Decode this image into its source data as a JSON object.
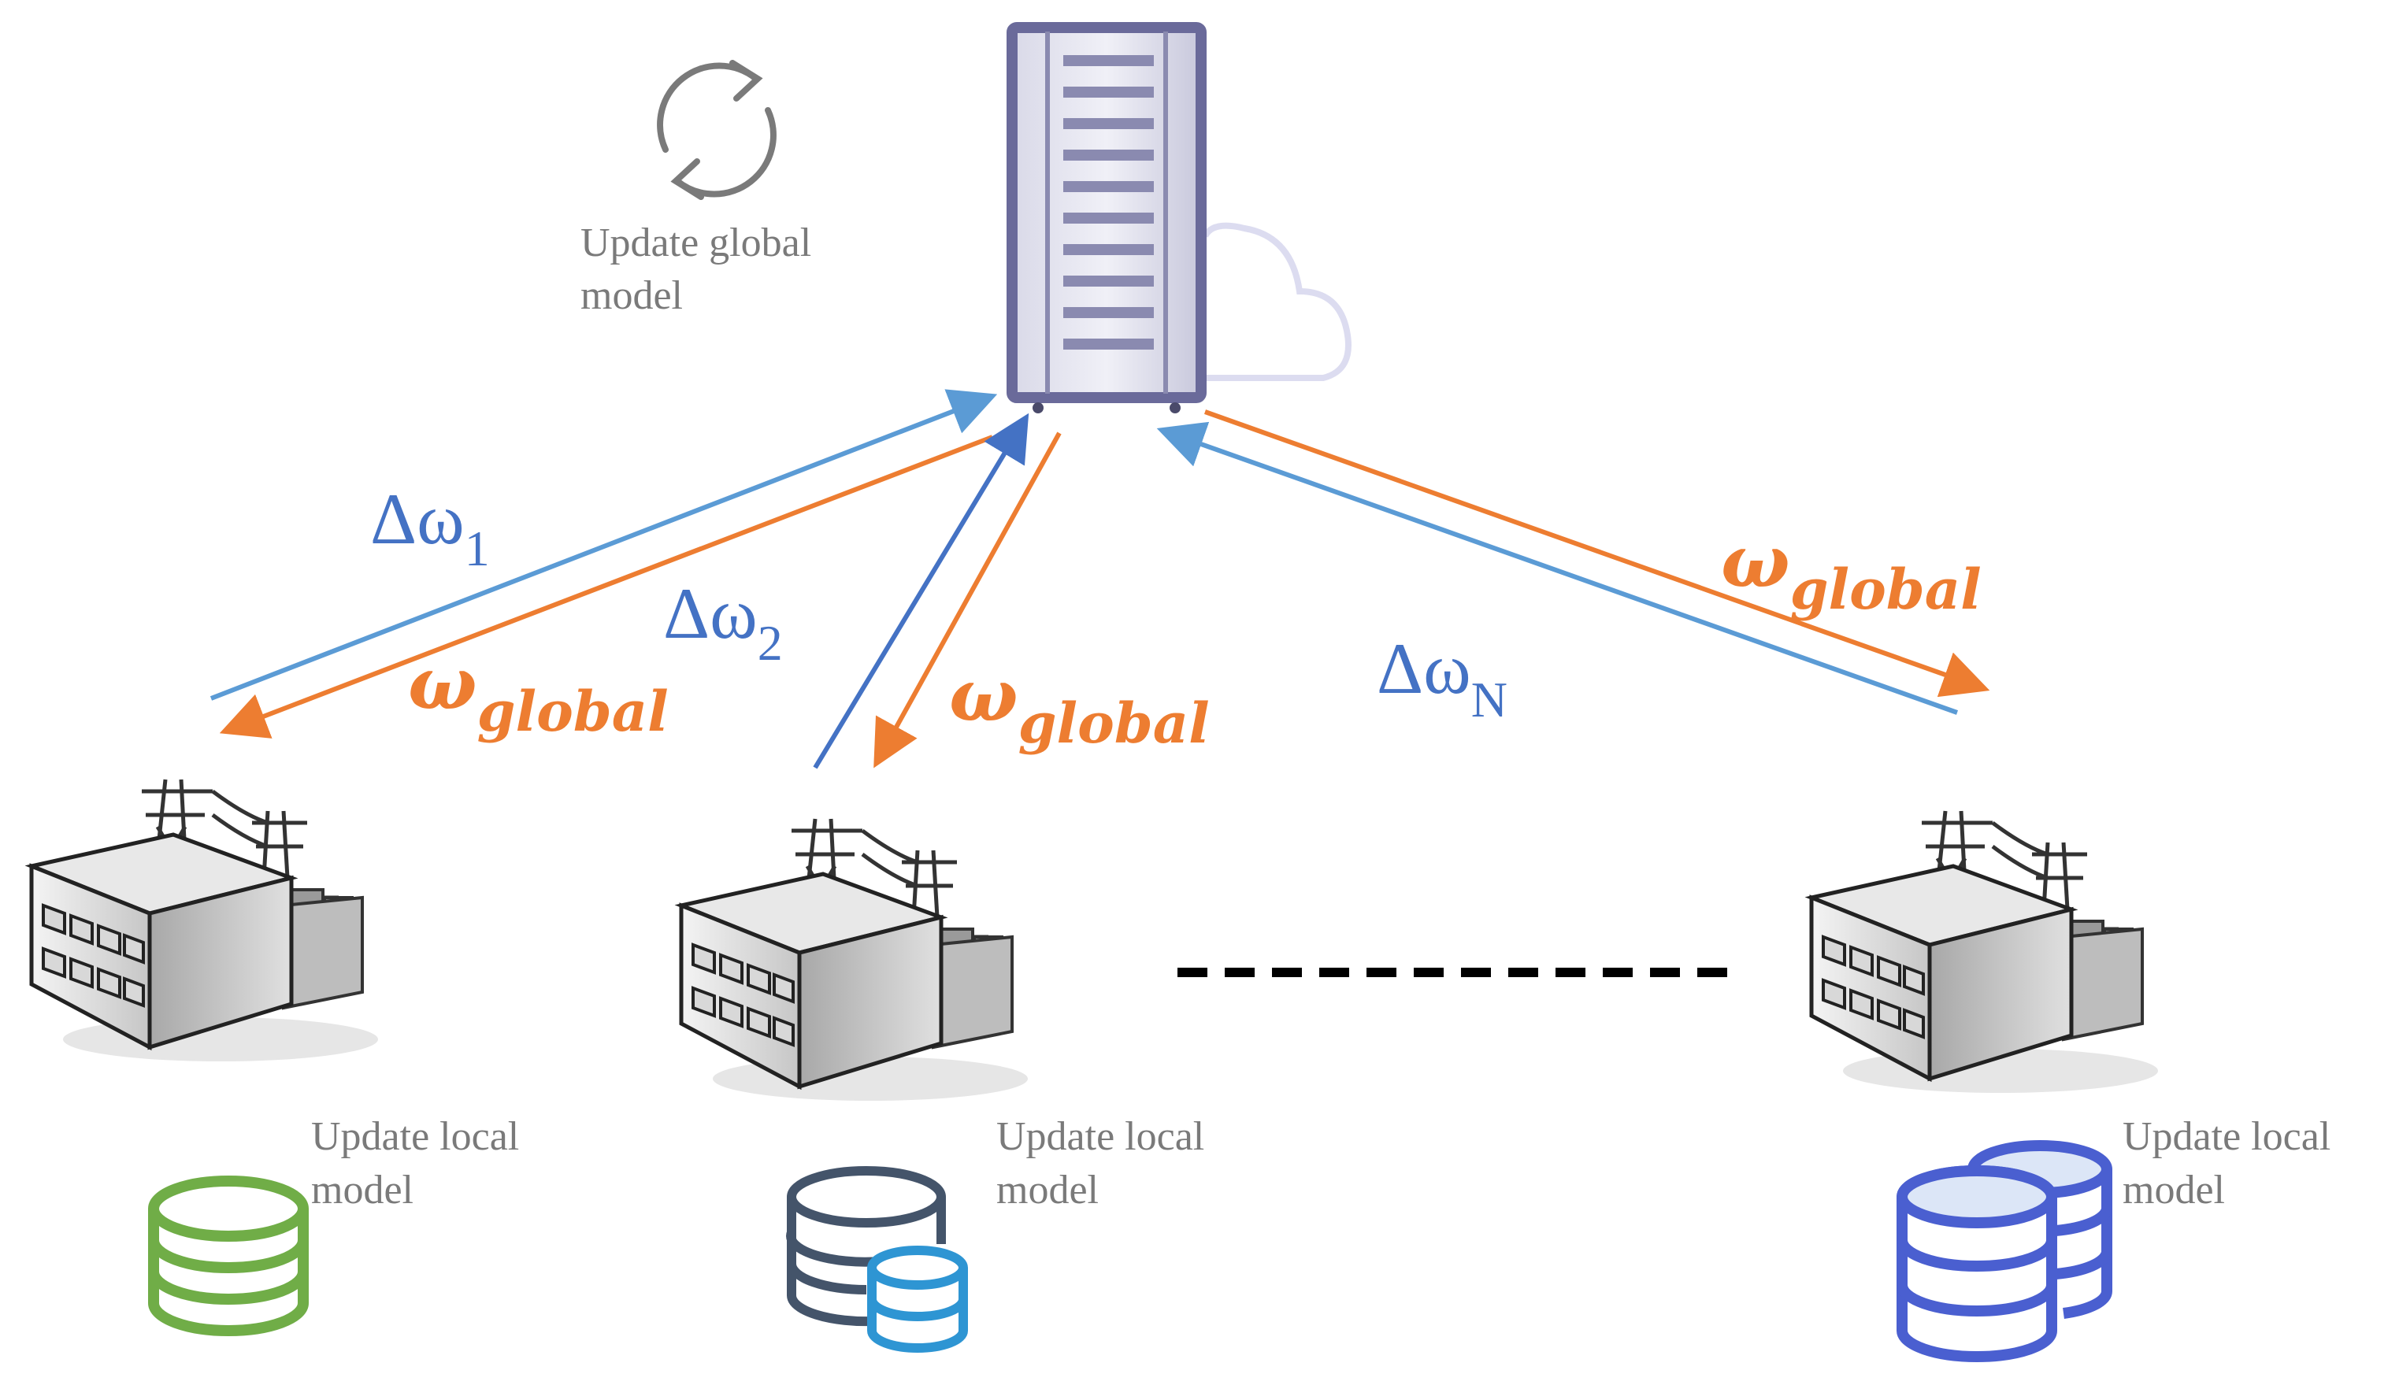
{
  "server": {
    "label_line1": "Update global",
    "label_line2": "model"
  },
  "uplinks": [
    {
      "symbol": "Δω",
      "subscript": "1"
    },
    {
      "symbol": "Δω",
      "subscript": "2"
    },
    {
      "symbol": "Δω",
      "subscript": "N"
    }
  ],
  "downlinks": [
    {
      "symbol": "ω",
      "subscript": "global"
    },
    {
      "symbol": "ω",
      "subscript": "global"
    },
    {
      "symbol": "ω",
      "subscript": "global"
    }
  ],
  "clients": [
    {
      "label_line1": "Update local",
      "label_line2": "model",
      "db_color": "#70ad47"
    },
    {
      "label_line1": "Update local",
      "label_line2": "model",
      "db_color": "#44546a"
    },
    {
      "label_line1": "Update local",
      "label_line2": "model",
      "db_color": "#4a5fd0"
    }
  ],
  "colors": {
    "uplink": "#5b9bd5",
    "uplink_dark": "#4472c4",
    "downlink": "#ed7d31",
    "server": "#6a6a9a"
  }
}
